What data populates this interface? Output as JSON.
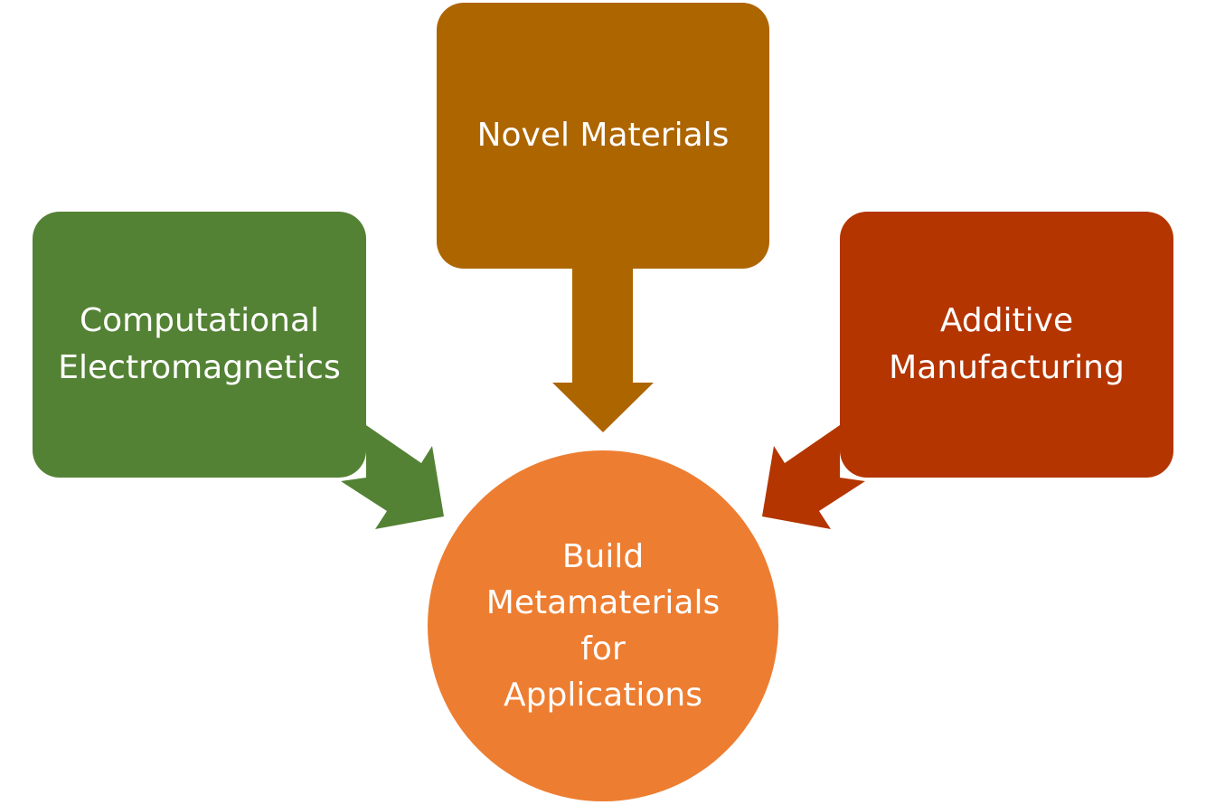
{
  "nodes": {
    "novel_materials": {
      "lines": [
        "Novel Materials"
      ],
      "color": "#ad6500"
    },
    "computational_electromagnetics": {
      "lines": [
        "Computational",
        "Electromagnetics"
      ],
      "color": "#548235"
    },
    "additive_manufacturing": {
      "lines": [
        "Additive",
        "Manufacturing"
      ],
      "color": "#b43500"
    },
    "center": {
      "lines": [
        "Build",
        "Metamaterials",
        "for",
        "Applications"
      ],
      "color": "#ed7d31"
    }
  },
  "arrows": [
    {
      "from": "novel_materials",
      "to": "center",
      "color": "#ad6500"
    },
    {
      "from": "computational_electromagnetics",
      "to": "center",
      "color": "#548235"
    },
    {
      "from": "additive_manufacturing",
      "to": "center",
      "color": "#b43500"
    }
  ]
}
